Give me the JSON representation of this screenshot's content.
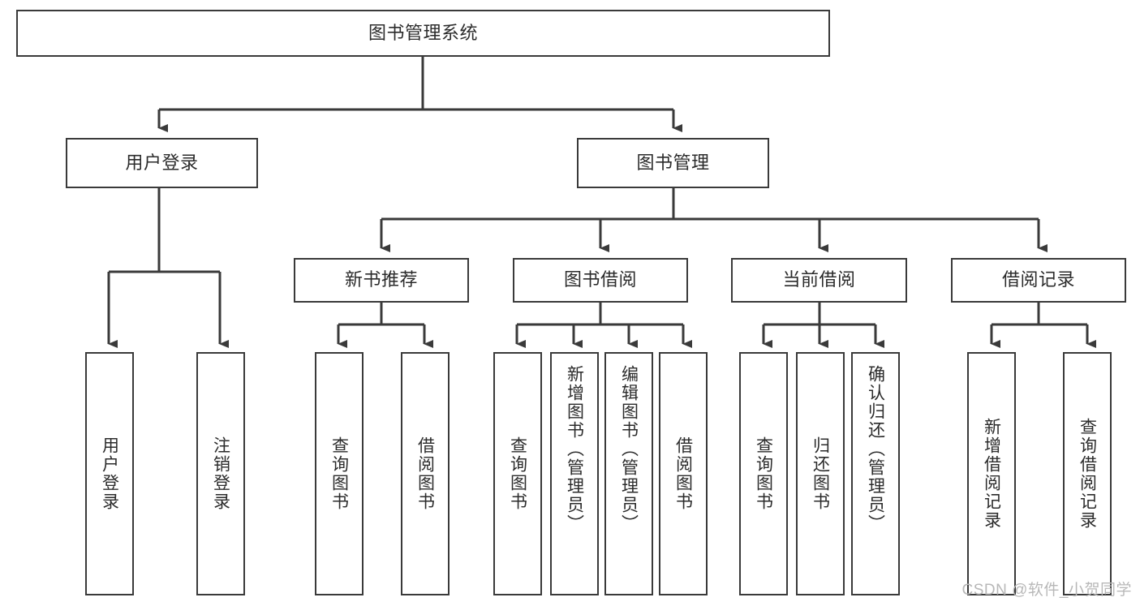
{
  "diagram": {
    "title": "图书管理系统",
    "type": "tree",
    "watermark": "CSDN @软件_小贺同学",
    "colors": {
      "box_border": "#3a3a3a",
      "box_fill": "#ffffff",
      "text": "#2b2b2b",
      "connector": "#3a3a3a",
      "watermark": "#b8b8b8",
      "background": "#ffffff"
    },
    "root": {
      "label": "图书管理系统"
    },
    "level2": [
      {
        "label": "用户登录"
      },
      {
        "label": "图书管理"
      }
    ],
    "level3": [
      {
        "label": "新书推荐"
      },
      {
        "label": "图书借阅"
      },
      {
        "label": "当前借阅"
      },
      {
        "label": "借阅记录"
      }
    ],
    "leaves": {
      "user_login": [
        {
          "label": "用户登录"
        },
        {
          "label": "注销登录"
        }
      ],
      "new_book_recommend": [
        {
          "label": "查询图书"
        },
        {
          "label": "借阅图书"
        }
      ],
      "book_borrow": [
        {
          "label": "查询图书"
        },
        {
          "label": "新增图书（管理员）"
        },
        {
          "label": "编辑图书（管理员）"
        },
        {
          "label": "借阅图书"
        }
      ],
      "current_borrow": [
        {
          "label": "查询图书"
        },
        {
          "label": "归还图书"
        },
        {
          "label": "确认归还（管理员）"
        }
      ],
      "borrow_record": [
        {
          "label": "新增借阅记录"
        },
        {
          "label": "查询借阅记录"
        }
      ]
    }
  }
}
